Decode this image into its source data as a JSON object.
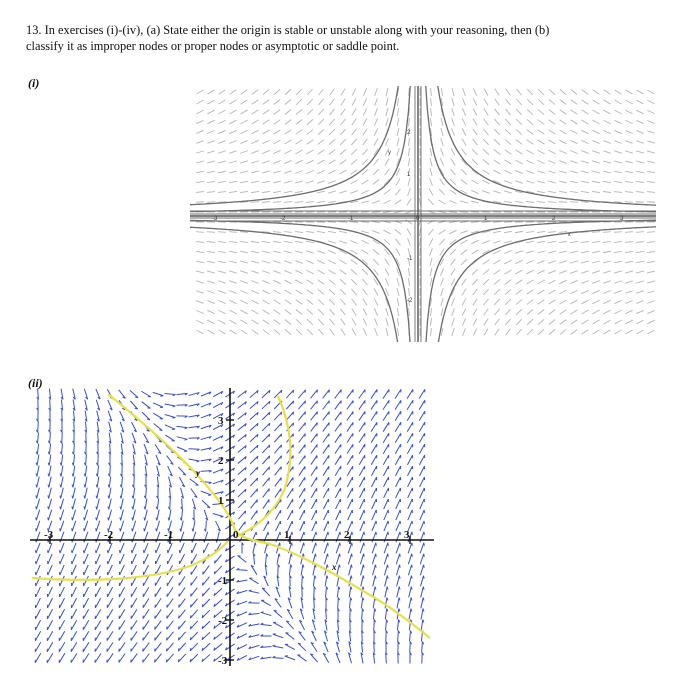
{
  "question": {
    "number": "13.",
    "line1": "In exercises (i)-(iv), (a) State either the origin is stable or unstable along with your reasoning, then (b)",
    "line2": "classify it as improper nodes or proper nodes or asymptotic or saddle point."
  },
  "parts": [
    {
      "label": "(i)",
      "x_axis_label": "x",
      "y_axis_label": "y",
      "x_tick_labels": [
        "-3",
        "-2",
        "-1",
        "0",
        "1",
        "2",
        "3"
      ],
      "y_tick_labels": [
        "2",
        "1",
        "-1",
        "-2"
      ],
      "colors": {
        "arrows": "#b5b5b5",
        "trajectories": "#6d6d6d",
        "axes": "#555555"
      }
    },
    {
      "label": "(ii)",
      "x_axis_label": "x",
      "y_axis_label": "y",
      "x_tick_labels": [
        "-3",
        "-2",
        "-1",
        "0",
        "1",
        "2",
        "3"
      ],
      "y_tick_labels": [
        "3",
        "2",
        "1",
        "-1",
        "-2",
        "-3"
      ],
      "colors": {
        "arrows": "#3a4fc9",
        "trajectories": "#e8e04a",
        "axes": "#111111"
      }
    }
  ]
}
